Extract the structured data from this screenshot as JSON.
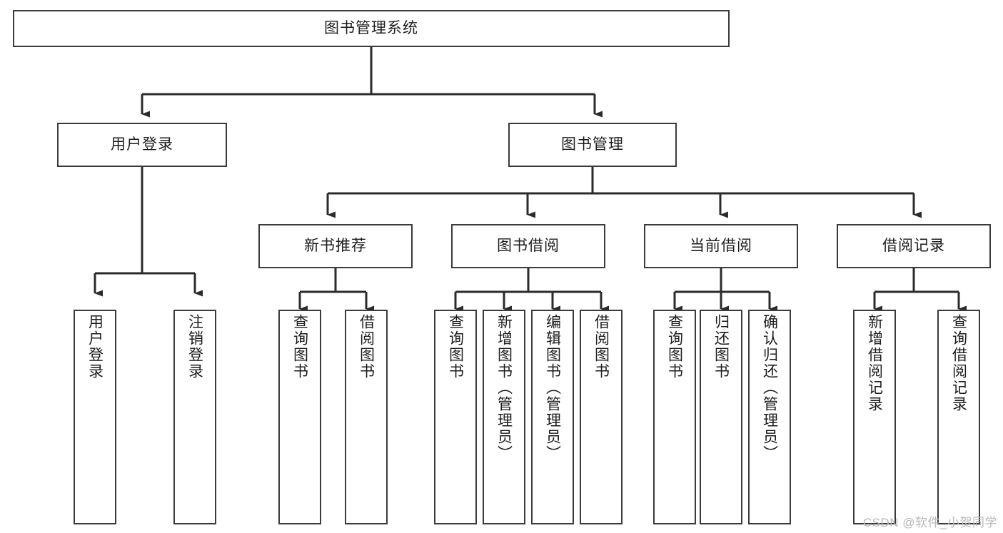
{
  "diagram": {
    "title": "图书管理系统",
    "type": "tree-hierarchy-diagram",
    "colors": {
      "box_border": "#3b3b3b",
      "box_fill": "#ffffff",
      "connector": "#2b2b2b",
      "text": "#1d1d1d",
      "watermark": "#b9b9b9"
    },
    "root": {
      "id": "root",
      "label": "图书管理系统"
    },
    "level1": [
      {
        "id": "user-login",
        "label": "用户登录"
      },
      {
        "id": "book-management",
        "label": "图书管理"
      }
    ],
    "level2": [
      {
        "id": "new-book-recommend",
        "label": "新书推荐"
      },
      {
        "id": "book-borrow",
        "label": "图书借阅"
      },
      {
        "id": "current-borrow",
        "label": "当前借阅"
      },
      {
        "id": "borrow-record",
        "label": "借阅记录"
      }
    ],
    "leaves": {
      "user_login": [
        {
          "id": "leaf-user-login",
          "label": "用户登录"
        },
        {
          "id": "leaf-logout-login",
          "label": "注销登录"
        }
      ],
      "new_book_recommend": [
        {
          "id": "leaf-query-book-1",
          "label": "查询图书"
        },
        {
          "id": "leaf-borrow-book-1",
          "label": "借阅图书"
        }
      ],
      "book_borrow": [
        {
          "id": "leaf-query-book-2",
          "label": "查询图书"
        },
        {
          "id": "leaf-add-book",
          "label": "新增图书（管理员）"
        },
        {
          "id": "leaf-edit-book",
          "label": "编辑图书（管理员）"
        },
        {
          "id": "leaf-borrow-book-2",
          "label": "借阅图书"
        }
      ],
      "current_borrow": [
        {
          "id": "leaf-query-book-3",
          "label": "查询图书"
        },
        {
          "id": "leaf-return-book",
          "label": "归还图书"
        },
        {
          "id": "leaf-confirm-return",
          "label": "确认归还（管理员）"
        }
      ],
      "borrow_record": [
        {
          "id": "leaf-add-record",
          "label": "新增借阅记录"
        },
        {
          "id": "leaf-query-record",
          "label": "查询借阅记录"
        }
      ]
    }
  },
  "watermark": {
    "text": "CSDN @软件_小贺同学"
  }
}
